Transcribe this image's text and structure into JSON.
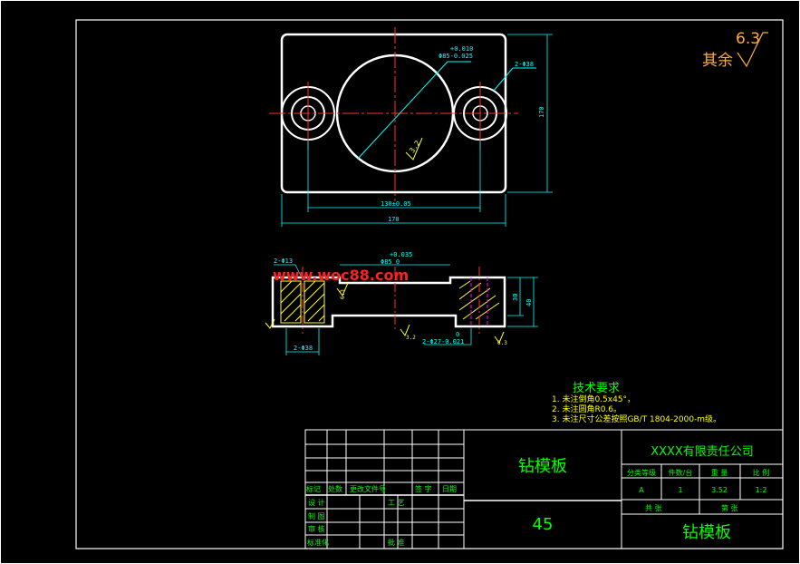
{
  "colors": {
    "background": "#000000",
    "outline": "#ffffff",
    "dimension": "#00ffff",
    "centerline": "#ff3030",
    "text_green": "#00ff00",
    "text_yellow": "#ffff00",
    "surface_orange": "#ffaa40",
    "hatch_yellow": "#ffff33",
    "watermark_red": "#ff2020",
    "magenta": "#ff00ff"
  },
  "roughness": {
    "prefix": "其余",
    "value": "6.3"
  },
  "top_view": {
    "bore_tol": "+0.010",
    "bore_dia": "Φ85-0.025",
    "holes": "2-Φ38",
    "width_dim": "170",
    "spacing_dim": "130±0.05",
    "overall_dim": "170",
    "roughness": "3.2"
  },
  "section_view": {
    "small_holes": "2-Φ13",
    "bore_tol": "+0.035",
    "bore_dia": "Φ85 0",
    "dim_30": "30",
    "dim_40": "40",
    "counterbore": "2-Φ38",
    "tol_zero": "0",
    "pin_dia": "2-Φ27-0.021",
    "r_left": "6.3",
    "r_mid": "3.2",
    "r_bottom": "6.3",
    "r_right": "6.3"
  },
  "watermark": "www.woc88.com",
  "tech_requirements": {
    "title": "技术要求",
    "items": [
      "1.   未注倒角0.5x45°，",
      "2.   未注圆角R0.6。",
      "3.   未注尺寸公差按照GB/T 1804-2000-m级。"
    ]
  },
  "title_block": {
    "part_name": "钻模板",
    "material": "45",
    "company": "XXXX有限责任公司",
    "head_row": [
      "标记",
      "处数",
      "更改文件号",
      "签 字",
      "日期"
    ],
    "sign_rows": [
      [
        "设 计",
        "工 艺"
      ],
      [
        "制 图",
        ""
      ],
      [
        "审 核",
        ""
      ],
      [
        "标准化",
        "批 准"
      ]
    ],
    "info_headers": [
      "分类等级",
      "件数/台",
      "重 量",
      "比 例"
    ],
    "info_values": [
      "A",
      "1",
      "3.52",
      "1:2"
    ],
    "sheets_total": "共   张",
    "sheet_no": "第   张",
    "drawing_name": "钻模板"
  }
}
